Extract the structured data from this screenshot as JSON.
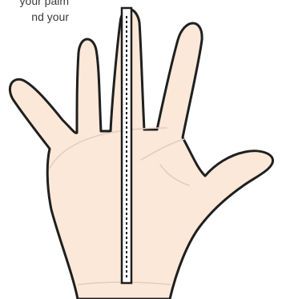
{
  "instructions": {
    "line1": "your palm",
    "line2": "nd your"
  },
  "colors": {
    "skin": "#fbe8d8",
    "outline": "#1f1f1f",
    "crease": "#e2cdbd",
    "ruler_fill": "#ffffff"
  },
  "icons": [
    "hand-illustration",
    "measuring-tape"
  ]
}
